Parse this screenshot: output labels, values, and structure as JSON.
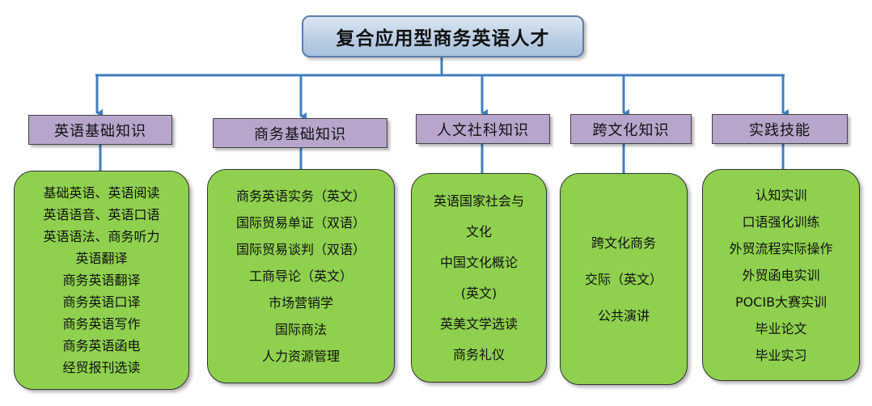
{
  "title": "复合应用型商务英语人才",
  "categories": [
    {
      "label": "英语基础知识",
      "items": [
        "基础英语、英语阅读",
        "英语语音、英语口语",
        "英语语法、商务听力",
        "英语翻译",
        "商务英语翻译",
        "商务英语口译",
        "商务英语写作",
        "商务英语函电",
        "经贸报刊选读"
      ]
    },
    {
      "label": "商务基础知识",
      "items": [
        "商务英语实务（英文）",
        "国际贸易单证（双语）",
        "国际贸易谈判（双语）",
        "工商导论（英文）",
        "市场营销学",
        "国际商法",
        "人力资源管理"
      ]
    },
    {
      "label": "人文社科知识",
      "items": [
        "英语国家社会与",
        "文化",
        "中国文化概论",
        "(英文)",
        "英美文学选读",
        "商务礼仪"
      ]
    },
    {
      "label": "跨文化知识",
      "items": [
        "跨文化商务",
        "交际（英文）",
        "公共演讲"
      ]
    },
    {
      "label": "实践技能",
      "items": [
        "认知实训",
        "口语强化训练",
        "外贸流程实际操作",
        "外贸函电实训",
        "POCIB大赛实训",
        "毕业论文",
        "毕业实习"
      ]
    }
  ],
  "colors": {
    "title_box": "#b9cde4",
    "category_box": "#b7a5cc",
    "content_box": "#8fd14f",
    "connector": "#3f7fbf"
  }
}
